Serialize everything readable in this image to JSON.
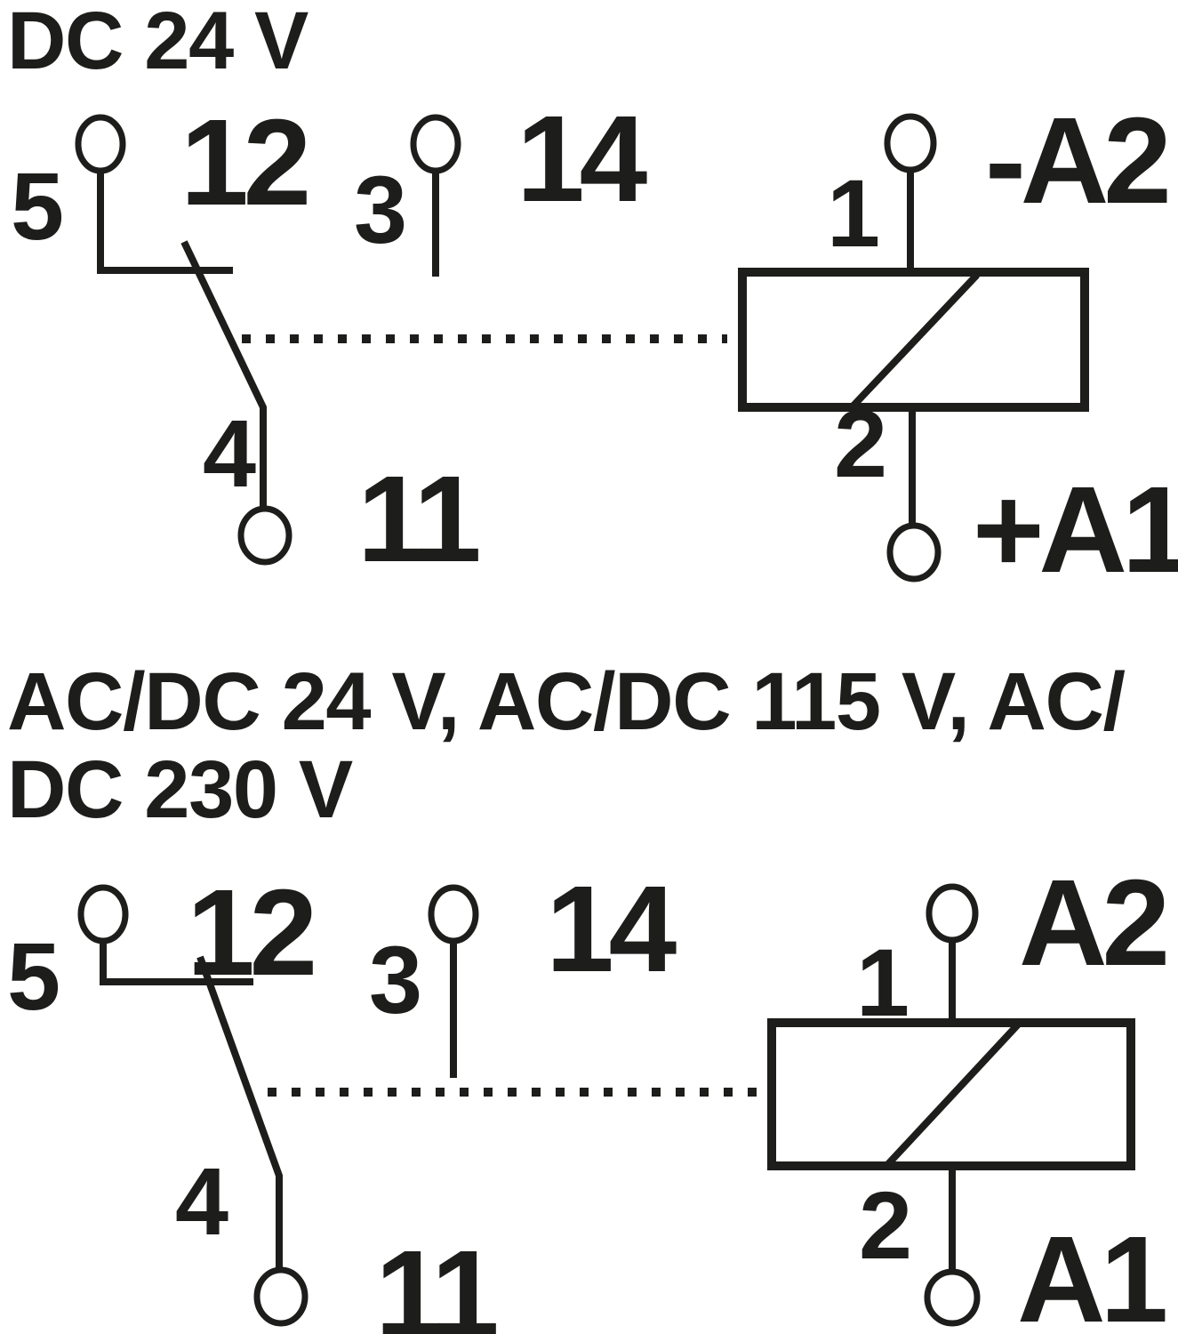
{
  "colors": {
    "ink": "#1d1d1b",
    "background": "#ffffff"
  },
  "diagrams": [
    {
      "variant": "dc-24v",
      "title_lines": [
        "DC 24 V"
      ],
      "labels": {
        "pin5": "5",
        "pin12": "12",
        "pin3": "3",
        "pin14": "14",
        "pin4": "4",
        "pin11": "11",
        "coil_pin1": "1",
        "coil_pin2": "2",
        "coil_top": "-A2",
        "coil_bottom": "+A1"
      }
    },
    {
      "variant": "acdc-24v-115v-230v",
      "title_lines": [
        "AC/DC 24 V, AC/DC 115 V, AC/",
        "DC 230 V"
      ],
      "labels": {
        "pin5": "5",
        "pin12": "12",
        "pin3": "3",
        "pin14": "14",
        "pin4": "4",
        "pin11": "11",
        "coil_pin1": "1",
        "coil_pin2": "2",
        "coil_top": "A2",
        "coil_bottom": "A1"
      }
    }
  ]
}
